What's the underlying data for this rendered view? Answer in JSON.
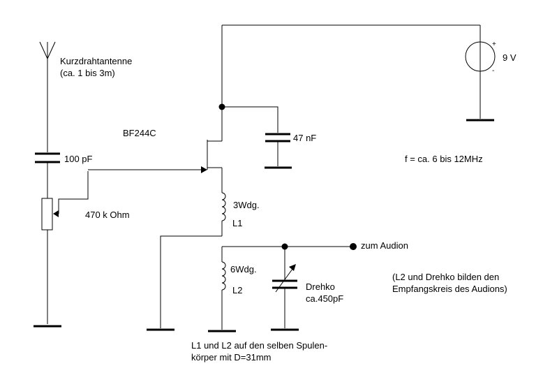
{
  "labels": {
    "antenna_name": "Kurzdrahtantenne",
    "antenna_length": "(ca. 1 bis 3m)",
    "transistor": "BF244C",
    "cap_in": "100 pF",
    "pot": "470 k Ohm",
    "cap_bypass": "47 nF",
    "battery": "9 V",
    "battery_plus": "+",
    "battery_minus": "-",
    "frequency": "f = ca. 6 bis 12MHz",
    "l1_turns": "3Wdg.",
    "l1_name": "L1",
    "l2_turns": "6Wdg.",
    "l2_name": "L2",
    "varcap_name": "Drehko",
    "varcap_value": "ca.450pF",
    "output": "zum Audion",
    "note_line1": "(L2 und Drehko bilden den",
    "note_line2": "Empfangskreis des Audions)",
    "coil_note_line1": "L1 und L2 auf den selben Spulen-",
    "coil_note_line2": "körper mit D=31mm"
  }
}
